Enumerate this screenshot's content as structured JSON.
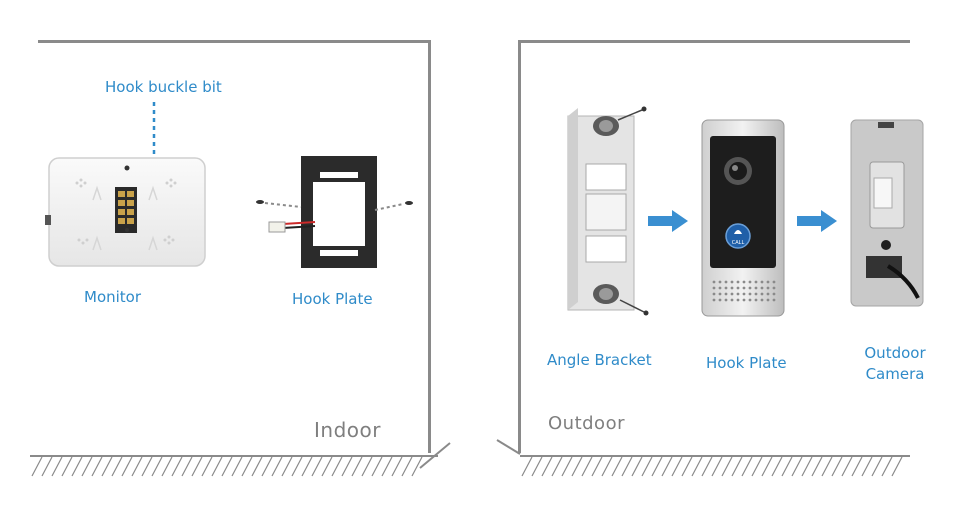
{
  "indoor": {
    "title": "Indoor",
    "labels": {
      "hook_buckle_bit": "Hook buckle bit",
      "monitor": "Monitor",
      "hook_plate": "Hook Plate"
    }
  },
  "outdoor": {
    "title": "Outdoor",
    "labels": {
      "angle_bracket": "Angle Bracket",
      "hook_plate": "Hook Plate",
      "outdoor_camera_line1": "Outdoor",
      "outdoor_camera_line2": "Camera"
    },
    "call_button_text": "CALL"
  },
  "colors": {
    "label": "#2f8bc9",
    "arrow": "#3a8fd1",
    "frame": "#8a8a8a",
    "title": "#7f7f7f"
  },
  "icons": [
    "right-arrow-icon",
    "right-arrow-icon",
    "screw-icon"
  ]
}
